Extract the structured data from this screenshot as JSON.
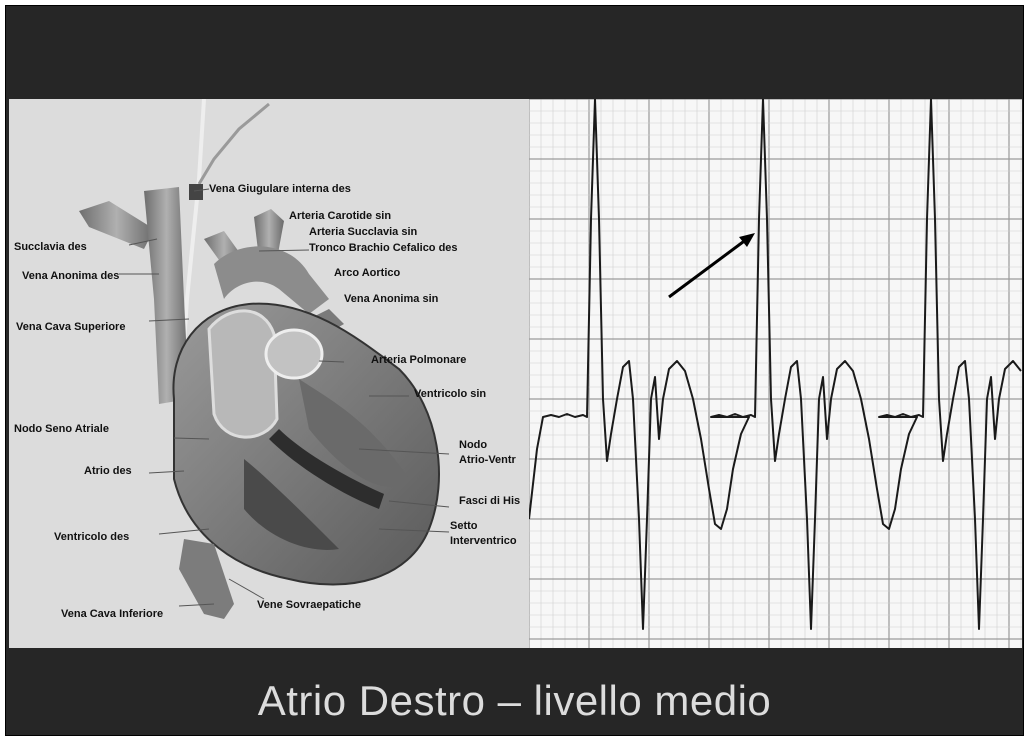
{
  "slide": {
    "title": "Atrio Destro – livello medio"
  },
  "anatomy": {
    "labels": {
      "vena_giugulare": "Vena Giugulare interna des",
      "arteria_carotide": "Arteria Carotide sin",
      "arteria_succlavia": "Arteria Succlavia sin",
      "tronco_brachio": "Tronco Brachio Cefalico des",
      "succlavia_des": "Succlavia des",
      "vena_anonima_des": "Vena Anonima des",
      "arco_aortico": "Arco Aortico",
      "vena_anonima_sin": "Vena Anonima sin",
      "vena_cava_sup": "Vena Cava Superiore",
      "arteria_polmonare": "Arteria Polmonare",
      "ventricolo_sin": "Ventricolo sin",
      "nodo_seno": "Nodo Seno Atriale",
      "nodo_av_1": "Nodo",
      "nodo_av_2": "Atrio-Ventr",
      "atrio_des": "Atrio des",
      "fasci_his": "Fasci di His",
      "ventricolo_des": "Ventricolo des",
      "setto_1": "Setto",
      "setto_2": "Interventrico",
      "vene_sovraepatiche": "Vene Sovraepatiche",
      "vena_cava_inf": "Vena Cava Inferiore"
    }
  },
  "colors": {
    "background_band": "#262626",
    "title_text": "#dcdcdc",
    "trace": "#1a1a1a",
    "arrow": "#000000"
  }
}
